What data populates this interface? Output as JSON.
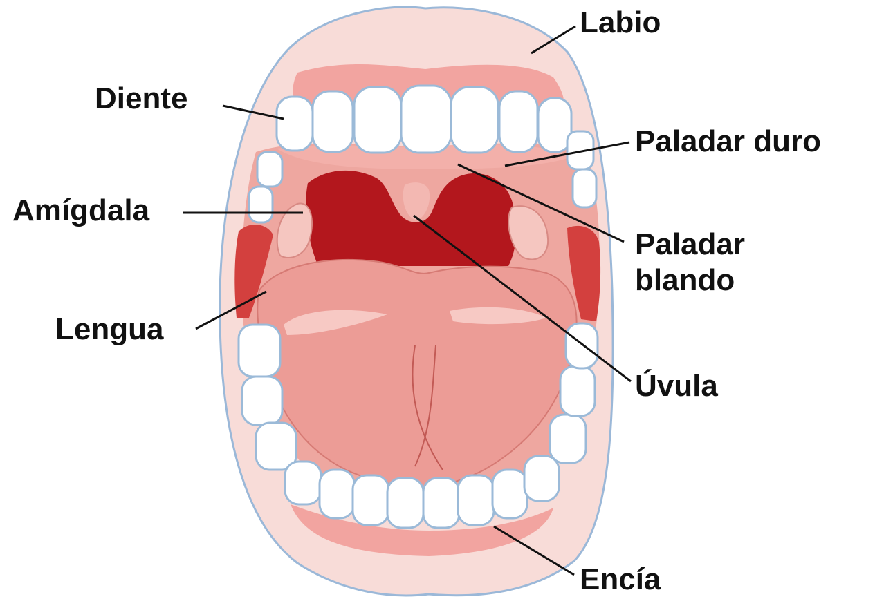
{
  "labels": {
    "labio": "Labio",
    "diente": "Diente",
    "paladar_duro": "Paladar duro",
    "amigdala": "Amígdala",
    "paladar_blando_line1": "Paladar",
    "paladar_blando_line2": "blando",
    "lengua": "Lengua",
    "uvula": "Úvula",
    "encia": "Encía"
  },
  "colors": {
    "lip": "#f8dcd8",
    "lip_outline": "#9bb8d8",
    "gum": "#f2a4a0",
    "mouth_interior": "#eea7a0",
    "throat": "#b3171d",
    "tongue": "#ec9c96",
    "tooth": "#ffffff",
    "tooth_outline": "#9bbad8",
    "leader_line": "#111111"
  }
}
